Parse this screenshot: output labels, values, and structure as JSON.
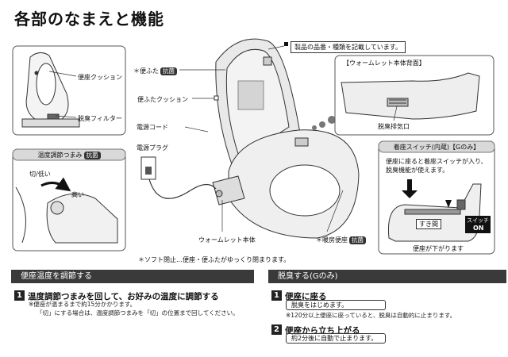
{
  "title": "各部のなまえと機能",
  "labels": {
    "seat_cushion_left": "便座クッション",
    "deodor_filter": "脱臭フィルター",
    "lid": "便ふた",
    "lid_badge": "抗菌",
    "lid_cushion": "便ふたクッション",
    "power_cord": "電源コード",
    "power_plug": "電源プラグ",
    "main_unit": "ウォームレット本体",
    "heated_seat": "暖房便座",
    "heated_seat_badge": "抗菌",
    "product_info": "製品の品番・種類を記載しています。",
    "soft_close": "ソフト閉止…便座・便ふたがゆっくり閉まります。"
  },
  "back_view": {
    "title": "【ウォームレット本体背面】",
    "outlet": "脱臭排気口"
  },
  "temp_knob_box": {
    "title": "温度調節つまみ",
    "badge": "抗菌",
    "off_low": "切/低い",
    "high": "高い"
  },
  "seat_switch_box": {
    "title": "着座スイッチ(内蔵)【Gのみ】",
    "desc_line1": "便座に座ると着座スイッチが入り、",
    "desc_line2": "脱臭機能が使えます。",
    "gap": "すき間",
    "switch_label": "スイッチ",
    "switch_state": "ON",
    "seat_down": "便座が下がります"
  },
  "section_temp": {
    "header": "便座温度を調節する",
    "step1_num": "1",
    "step1_title": "温度調節つまみを回して、お好みの温度に調節する",
    "note1": "※便座が温まるまで約15分かかります。",
    "note2": "「切」にする場合は、温度調節つまみを「切」の位置まで回してください。"
  },
  "section_deodor": {
    "header": "脱臭する(Gのみ)",
    "step1_num": "1",
    "step1_title": "便座に座る",
    "step1_box": "脱臭をはじめます。",
    "step1_note": "※120分以上便座に座っていると、脱臭は自動的に止まります。",
    "step2_num": "2",
    "step2_title": "便座から立ち上がる",
    "step2_box": "約2分後に自動で止まります。"
  }
}
